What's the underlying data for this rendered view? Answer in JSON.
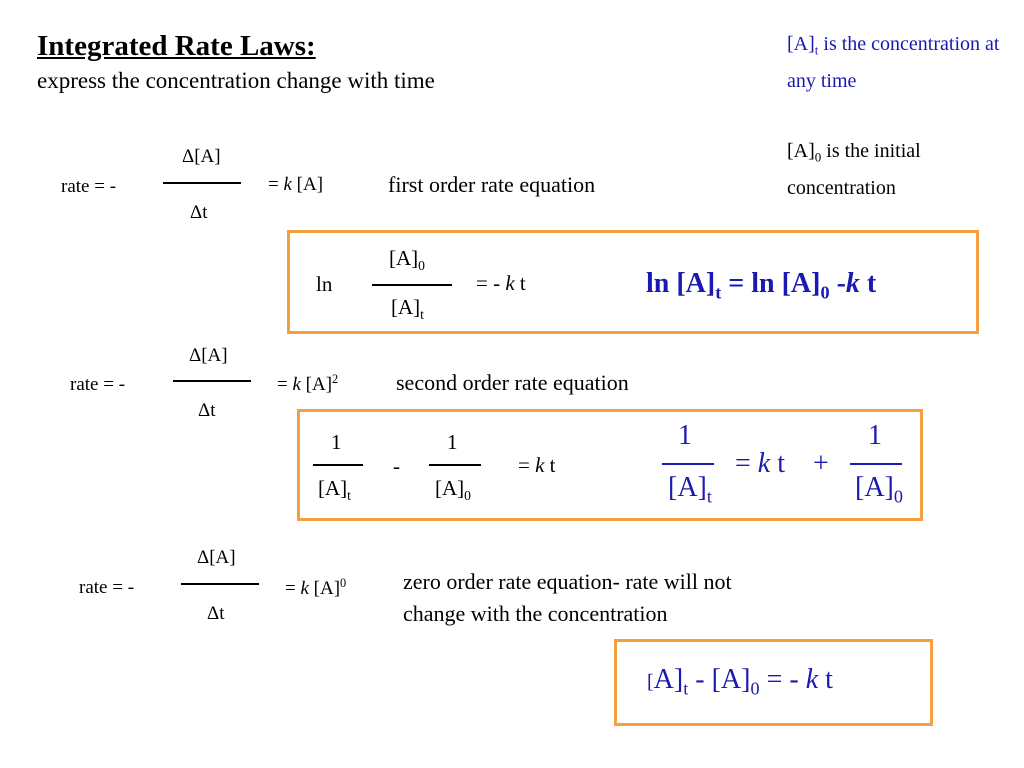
{
  "header": {
    "title": "Integrated Rate Laws:",
    "subtitle": "express the concentration change with time"
  },
  "notes": {
    "at_prefix": "[A]",
    "at_sub": "t",
    "at_text": " is the concentration at any time",
    "a0_prefix": "[A]",
    "a0_sub": "0",
    "a0_text": " is the initial concentration"
  },
  "first_order": {
    "rate_label": "rate = -",
    "numerator": "Δ[A]",
    "denominator": "Δt",
    "rhs_eq": "= ",
    "rhs_k": "k",
    "rhs_rest": " [A]",
    "description": "first order rate equation",
    "box_ln": "ln",
    "box_num": "[A]",
    "box_num_sub": "0",
    "box_den": "[A]",
    "box_den_sub": "t",
    "box_rhs": "= - ",
    "box_rhs_k": "k",
    "box_rhs_t": " t",
    "result_part1": "ln [A]",
    "result_sub1": "t",
    "result_part2": " = ln [A]",
    "result_sub2": "0",
    "result_part3": " -",
    "result_k": "k",
    "result_t": " t"
  },
  "second_order": {
    "rate_label": "rate = -",
    "numerator": "Δ[A]",
    "denominator": "Δt",
    "rhs_eq": "= ",
    "rhs_k": "k",
    "rhs_rest": " [A]",
    "rhs_sup": "2",
    "description": "second order rate equation",
    "box_one_a": "1",
    "box_den_a": "[A]",
    "box_den_a_sub": "t",
    "box_minus": "-",
    "box_one_b": "1",
    "box_den_b": "[A]",
    "box_den_b_sub": "0",
    "box_rhs": "= ",
    "box_rhs_k": "k",
    "box_rhs_t": " t",
    "result_one_a": "1",
    "result_den_a": "[A]",
    "result_den_a_sub": "t",
    "result_eq": "= ",
    "result_k": "k",
    "result_t": " t",
    "result_plus": "+",
    "result_one_b": "1",
    "result_den_b": "[A]",
    "result_den_b_sub": "0"
  },
  "zero_order": {
    "rate_label": "rate = -",
    "numerator": "Δ[A]",
    "denominator": "Δt",
    "rhs_eq": "= ",
    "rhs_k": "k",
    "rhs_rest": " [A]",
    "rhs_sup": "0",
    "description_line1": "zero order rate equation- rate will not",
    "description_line2": "change with the concentration",
    "box_open": "[",
    "box_a": "A]",
    "box_a_sub": "t",
    "box_mid": " - [A]",
    "box_mid_sub": "0",
    "box_rhs": " = - ",
    "box_k": "k",
    "box_t": " t"
  },
  "colors": {
    "accent_blue": "#1a1ab0",
    "box_orange": "#f5a040"
  }
}
